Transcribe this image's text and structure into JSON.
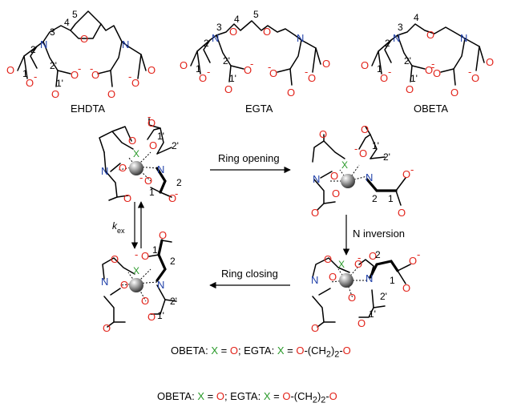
{
  "structures": {
    "ehdta": {
      "name": "EHDTA",
      "locants": [
        "1",
        "2",
        "3",
        "4",
        "5",
        "2'",
        "1'"
      ]
    },
    "egta": {
      "name": "EGTA",
      "locants": [
        "1",
        "2",
        "3",
        "4",
        "5",
        "2'",
        "1'"
      ]
    },
    "obeta": {
      "name": "OBETA",
      "locants": [
        "1",
        "2",
        "3",
        "4",
        "2'",
        "1'"
      ]
    }
  },
  "atoms": {
    "oxygen": "O",
    "oxygen_anion": "O",
    "minus": "-",
    "nitrogen": "N",
    "x_atom": "X"
  },
  "complex_locants": {
    "c1": "1",
    "c2": "2",
    "c1p": "1'",
    "c2p": "2'"
  },
  "arrows": {
    "ring_opening": "Ring opening",
    "n_inversion": "N inversion",
    "ring_closing": "Ring closing",
    "kex_k": "k",
    "kex_sub": "ex"
  },
  "captions": [
    {
      "obeta": "OBETA: ",
      "x": "X",
      "eq": " = ",
      "o1": "O",
      "sep": "; EGTA: ",
      "x2": "X",
      "eq2": " = ",
      "o2": "O",
      "chain": "-(CH",
      "sub": "2",
      "chain2": ")",
      "sub2": "2",
      "dash": "-",
      "o3": "O"
    },
    {
      "obeta": "OBETA: ",
      "x": "X",
      "eq": " = ",
      "o1": "O",
      "sep": "; EGTA: ",
      "x2": "X",
      "eq2": " = ",
      "o2": "O",
      "chain": "-(CH",
      "sub": "2",
      "chain2": ")",
      "sub2": "2",
      "dash": "-",
      "o3": "O"
    }
  ],
  "colors": {
    "oxygen": "#e2231a",
    "nitrogen": "#1f3fa8",
    "x_atom": "#2a9a2a",
    "metal": "#808080"
  }
}
